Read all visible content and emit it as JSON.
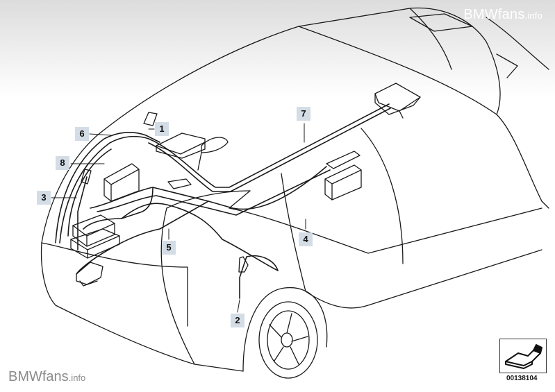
{
  "watermark": {
    "brand": "BMWfans",
    "tld": ".info"
  },
  "callouts": [
    {
      "label": "1"
    },
    {
      "label": "2"
    },
    {
      "label": "3"
    },
    {
      "label": "4"
    },
    {
      "label": "5"
    },
    {
      "label": "6"
    },
    {
      "label": "7"
    },
    {
      "label": "8"
    }
  ],
  "reference": {
    "part_number": "00138104",
    "icon": "hand-pointer-icon"
  },
  "colors": {
    "line": "#1a1a1a",
    "callout_bg": "#d4dde6",
    "header_gradient": "#dcdcdc"
  }
}
